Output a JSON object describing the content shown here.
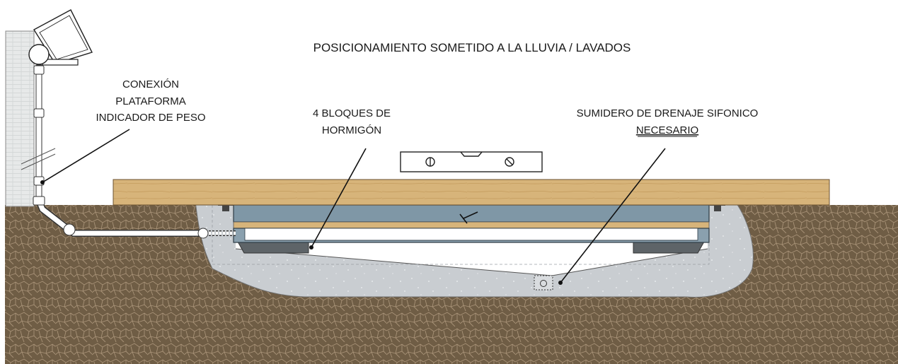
{
  "title": "POSICIONAMIENTO SOMETIDO A LA LLUVIA / LAVADOS",
  "labels": {
    "connection": [
      "CONEXIÓN",
      "PLATAFORMA",
      "INDICADOR DE PESO"
    ],
    "blocks": [
      "4 BLOQUES DE",
      "HORMIGÓN"
    ],
    "drain": [
      "SUMIDERO DE DRENAJE SIFONICO",
      "NECESARIO"
    ]
  },
  "colors": {
    "soil": "#6f5d45",
    "soil_lines": "#a89277",
    "concrete": "#c9cdd1",
    "platform_wood": "#d7b47a",
    "steel_beam": "#7f97a6",
    "wall": "#e7e9e9",
    "conduit": "#ffffff"
  },
  "icons": {
    "indicator": "weight-indicator-icon",
    "level": "spirit-level-icon",
    "drain": "siphon-drain-icon"
  }
}
